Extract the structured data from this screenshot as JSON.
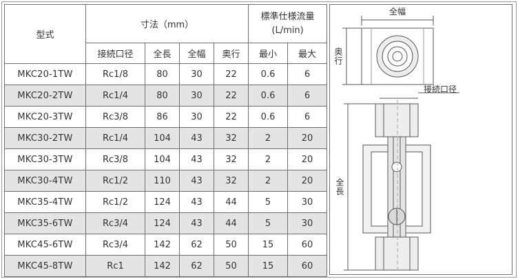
{
  "table": {
    "headers": {
      "model": "型式",
      "dimensions": "寸法（mm）",
      "flow": "標準仕様流量",
      "flow_unit": "(L/min)",
      "port": "接続口径",
      "length": "全長",
      "width": "全幅",
      "depth": "奥行",
      "min": "最小",
      "max": "最大"
    },
    "rows": [
      {
        "model": "MKC20-1TW",
        "port": "Rc1/8",
        "length": "80",
        "width": "30",
        "depth": "22",
        "min": "0.6",
        "max": "6"
      },
      {
        "model": "MKC20-2TW",
        "port": "Rc1/4",
        "length": "80",
        "width": "30",
        "depth": "22",
        "min": "0.6",
        "max": "6"
      },
      {
        "model": "MKC20-3TW",
        "port": "Rc3/8",
        "length": "86",
        "width": "30",
        "depth": "22",
        "min": "0.6",
        "max": "6"
      },
      {
        "model": "MKC30-2TW",
        "port": "Rc1/4",
        "length": "104",
        "width": "43",
        "depth": "32",
        "min": "2",
        "max": "20"
      },
      {
        "model": "MKC30-3TW",
        "port": "Rc3/8",
        "length": "104",
        "width": "43",
        "depth": "32",
        "min": "2",
        "max": "20"
      },
      {
        "model": "MKC30-4TW",
        "port": "Rc1/2",
        "length": "110",
        "width": "43",
        "depth": "32",
        "min": "2",
        "max": "20"
      },
      {
        "model": "MKC35-4TW",
        "port": "Rc1/2",
        "length": "124",
        "width": "43",
        "depth": "44",
        "min": "5",
        "max": "30"
      },
      {
        "model": "MKC35-6TW",
        "port": "Rc3/4",
        "length": "124",
        "width": "43",
        "depth": "44",
        "min": "5",
        "max": "30"
      },
      {
        "model": "MKC45-6TW",
        "port": "Rc3/4",
        "length": "142",
        "width": "62",
        "depth": "50",
        "min": "15",
        "max": "60"
      },
      {
        "model": "MKC45-8TW",
        "port": "Rc1",
        "length": "142",
        "width": "62",
        "depth": "50",
        "min": "15",
        "max": "60"
      }
    ]
  },
  "diagram": {
    "label_width": "全幅",
    "label_depth": "奥行",
    "label_port": "接続口径",
    "label_length": "全長"
  },
  "colors": {
    "border": "#6e6e6e",
    "alt_row": "#e4e4e4",
    "text": "#333333"
  }
}
